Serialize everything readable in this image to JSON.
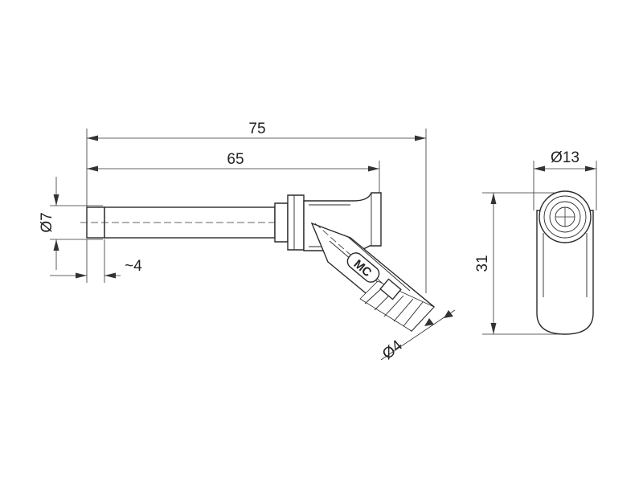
{
  "dimensions": {
    "overall_length": "75",
    "pin_length": "65",
    "pin_diameter": "Ø7",
    "pin_tip": "~4",
    "cable_diameter": "Ø4",
    "head_diameter": "Ø13",
    "height": "31"
  },
  "marking": "MC"
}
